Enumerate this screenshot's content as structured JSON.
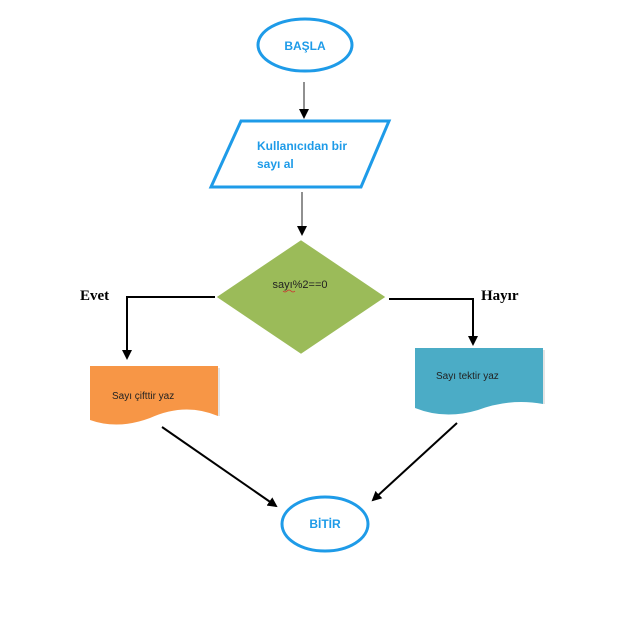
{
  "diagram": {
    "start": {
      "label": "BAŞLA",
      "color": "#1e9be8"
    },
    "input": {
      "line1": "Kullanıcıdan bir",
      "line2": "sayı al",
      "color": "#1e9be8"
    },
    "decision": {
      "label": "sayı%2==0",
      "fill": "#9bbb59",
      "border": "#ffffff"
    },
    "yes_branch": {
      "label": "Evet"
    },
    "no_branch": {
      "label": "Hayır"
    },
    "even_output": {
      "label": "Sayı çifttir yaz",
      "fill": "#f79646"
    },
    "odd_output": {
      "label": "Sayı tektir yaz",
      "fill": "#4bacc6"
    },
    "end": {
      "label": "BİTİR",
      "color": "#1e9be8"
    }
  }
}
